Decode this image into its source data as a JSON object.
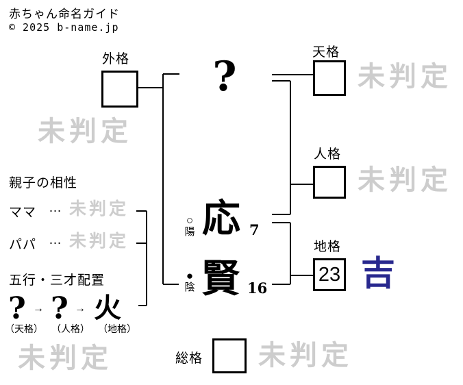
{
  "header": {
    "title": "赤ちゃん命名ガイド",
    "copyright": "© 2025 b-name.jp"
  },
  "colors": {
    "judgement_pending": "#cdcdcd",
    "judgement_good": "#28288e",
    "line": "#000000"
  },
  "name": {
    "surname_placeholder": "?",
    "chars": [
      {
        "char": "応",
        "strokes": "7",
        "polarity_symbol": "○",
        "polarity": "陽"
      },
      {
        "char": "賢",
        "strokes": "16",
        "polarity_symbol": "●",
        "polarity": "陰"
      }
    ]
  },
  "kaku": {
    "gaikaku": {
      "label": "外格",
      "value": "",
      "judgement": "未判定"
    },
    "tenkaku": {
      "label": "天格",
      "value": "",
      "judgement": "未判定"
    },
    "jinkaku": {
      "label": "人格",
      "value": "",
      "judgement": "未判定"
    },
    "chikaku": {
      "label": "地格",
      "value": "23",
      "judgement": "吉"
    },
    "soukaku": {
      "label": "総格",
      "value": "",
      "judgement": "未判定"
    }
  },
  "overall_judgement": "未判定",
  "compatibility": {
    "title": "親子の相性",
    "rows": [
      {
        "label": "ママ",
        "ellipsis": "…",
        "result": "未判定"
      },
      {
        "label": "パパ",
        "ellipsis": "…",
        "result": "未判定"
      }
    ]
  },
  "sansai": {
    "title": "五行・三才配置",
    "arrow": "→",
    "items": [
      {
        "element": "?",
        "label": "（天格）"
      },
      {
        "element": "?",
        "label": "（人格）"
      },
      {
        "element": "火",
        "label": "（地格）"
      }
    ]
  }
}
